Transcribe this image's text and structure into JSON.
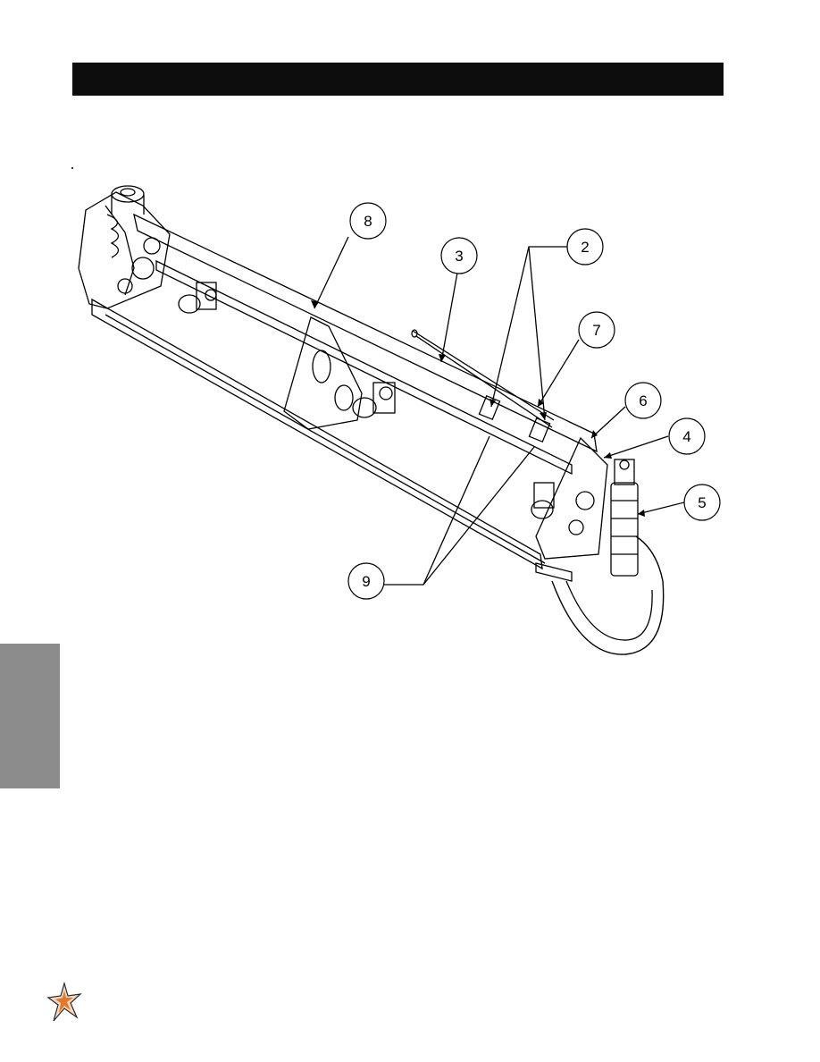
{
  "header": {
    "title": ""
  },
  "side_tab": {
    "label": ""
  },
  "figure": {
    "callouts": [
      "8",
      "3",
      "2",
      "7",
      "6",
      "4",
      "5",
      "9"
    ]
  },
  "footer": {
    "logo": "brand-star-logo"
  }
}
